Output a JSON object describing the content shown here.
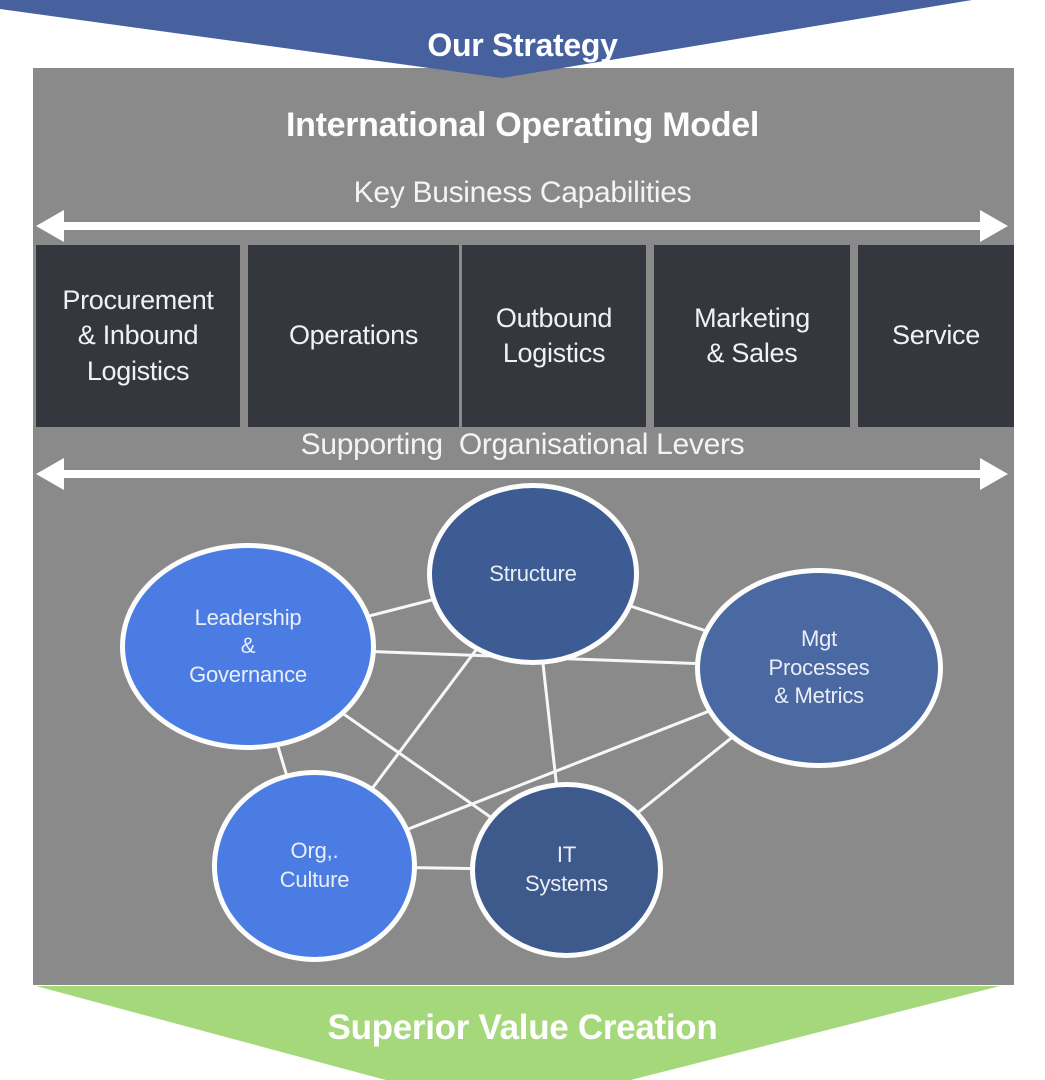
{
  "banners": {
    "top": {
      "label": "Our Strategy"
    },
    "bottom": {
      "label": "Superior Value Creation"
    }
  },
  "panel": {
    "title": "International Operating Model",
    "capabilities": {
      "heading": "Key Business Capabilities",
      "boxes": [
        {
          "lines": [
            "Procurement",
            "& Inbound",
            "Logistics"
          ]
        },
        {
          "lines": [
            "Operations"
          ]
        },
        {
          "lines": [
            "Outbound",
            "Logistics"
          ]
        },
        {
          "lines": [
            "Marketing",
            "& Sales"
          ]
        },
        {
          "lines": [
            "Service"
          ]
        }
      ]
    },
    "levers": {
      "heading": "Supporting  Organisational Levers",
      "nodes": [
        {
          "id": "structure",
          "lines": [
            "Structure"
          ],
          "tone": "dark"
        },
        {
          "id": "leadership-governance",
          "lines": [
            "Leadership",
            "&",
            "Governance"
          ],
          "tone": "light"
        },
        {
          "id": "mgt-processes-metrics",
          "lines": [
            "Mgt",
            "Processes",
            "& Metrics"
          ],
          "tone": "dark"
        },
        {
          "id": "org-culture",
          "lines": [
            "Org,.",
            "Culture"
          ],
          "tone": "light"
        },
        {
          "id": "it-systems",
          "lines": [
            "IT",
            "Systems"
          ],
          "tone": "dark"
        }
      ]
    }
  },
  "colors": {
    "strategy_blue": "#46619e",
    "panel_gray": "#8a8a8a",
    "capability_box_dark": "#34373d",
    "node_dark_blue": "#3e5c94",
    "node_medium_blue": "#4a68a2",
    "node_light_blue": "#4b7ce4",
    "value_green": "#a5d87a",
    "connector_white": "#f7f7f7",
    "text_white": "#ffffff"
  }
}
